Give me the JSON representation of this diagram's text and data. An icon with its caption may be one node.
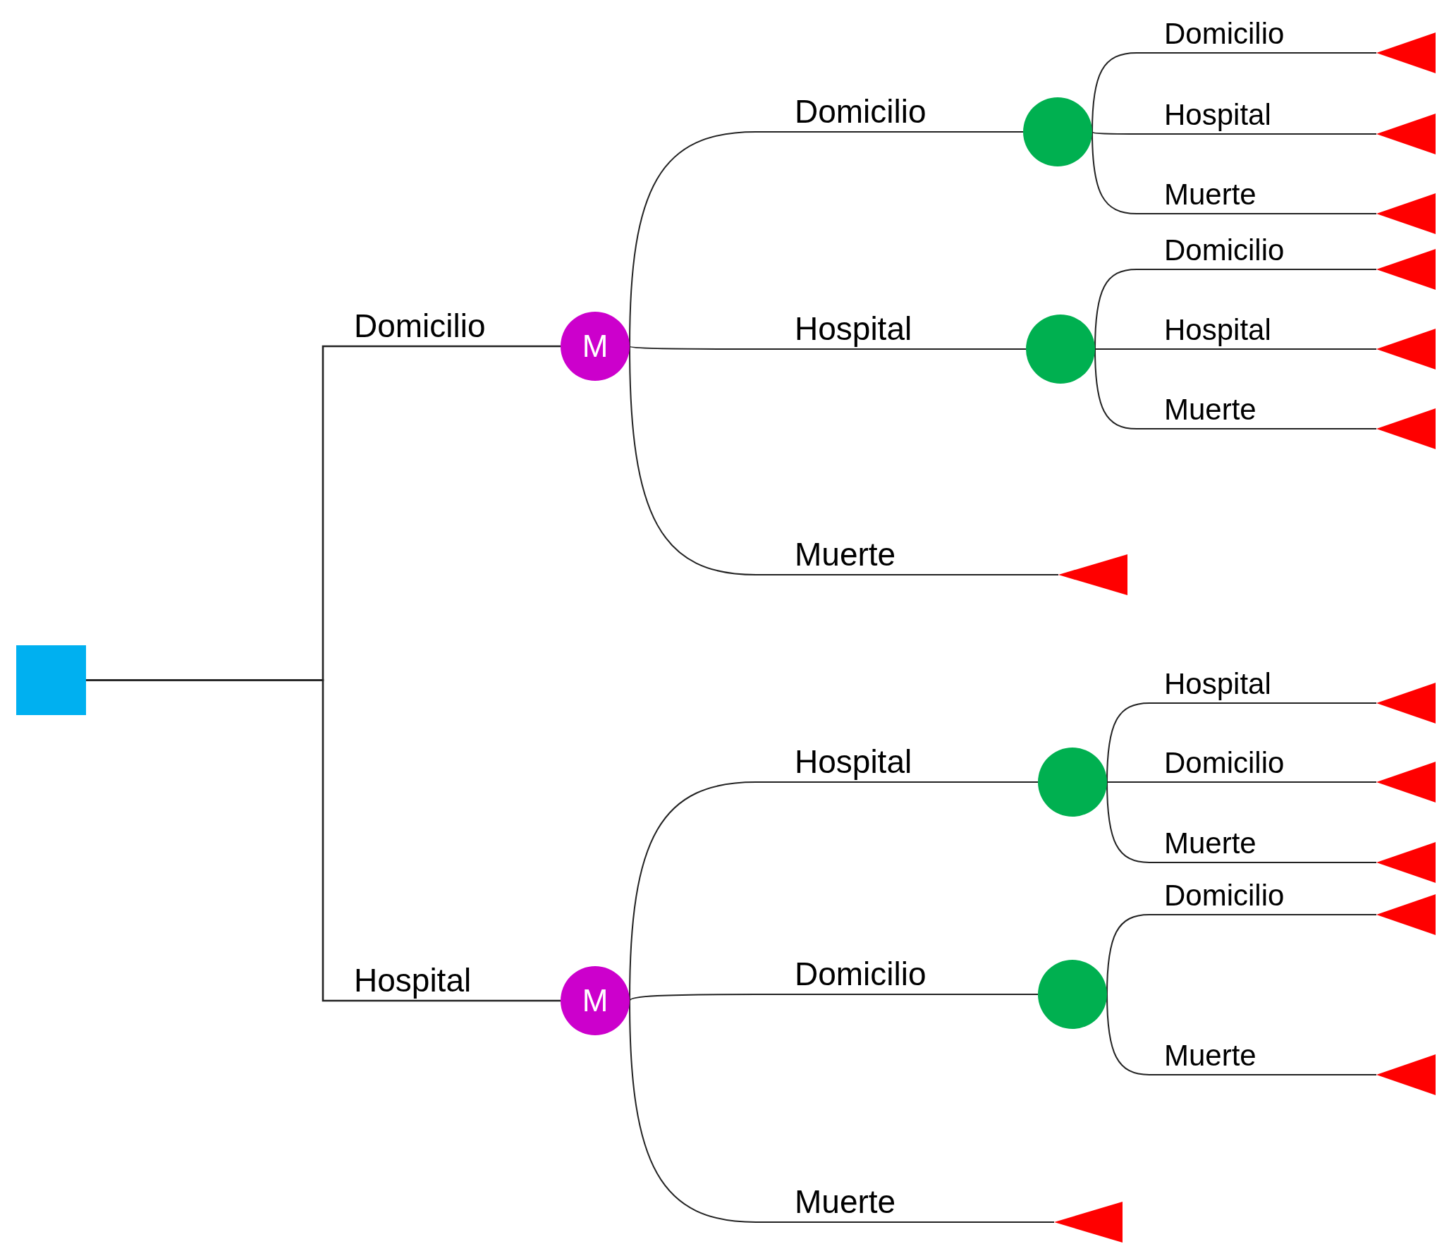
{
  "diagram": {
    "nodes": [
      {
        "text": [],
        "shape": "box"
      },
      {
        "text": [
          "M"
        ]
      },
      {
        "text": [],
        "shape": "circle"
      },
      {
        "text": [],
        "shape": "circle"
      },
      {
        "text": [
          "M"
        ]
      },
      {
        "text": [],
        "shape": "circle"
      },
      {
        "text": [],
        "shape": "circle"
      },
      {
        "text": [],
        "shape": "triangle"
      },
      {
        "text": [],
        "shape": "triangle"
      },
      {
        "text": [],
        "shape": "triangle"
      },
      {
        "text": [],
        "shape": "triangle"
      },
      {
        "text": [],
        "shape": "triangle"
      },
      {
        "text": [],
        "shape": "triangle"
      },
      {
        "text": [],
        "shape": "triangle"
      },
      {
        "text": [],
        "shape": "triangle"
      },
      {
        "text": [],
        "shape": "triangle"
      },
      {
        "text": [],
        "shape": "triangle"
      },
      {
        "text": [],
        "shape": "triangle"
      },
      {
        "text": [],
        "shape": "triangle"
      },
      {
        "text": [],
        "shape": "triangle"
      }
    ],
    "edges": [
      {
        "from": 0,
        "to": 1,
        "arrow": "none",
        "label": "Domicilio"
      },
      {
        "from": 0,
        "to": 4,
        "arrow": "none",
        "label": "Hospital"
      },
      {
        "from": 1,
        "to": 2,
        "arrow": "none",
        "label": "Domicilio"
      },
      {
        "from": 1,
        "to": 3,
        "arrow": "none",
        "label": "Hospital"
      },
      {
        "from": 1,
        "to": 13,
        "arrow": "none",
        "label": "Muerte"
      },
      {
        "from": 2,
        "to": 7,
        "arrow": "none",
        "label": "Domicilio"
      },
      {
        "from": 2,
        "to": 8,
        "arrow": "none",
        "label": "Hospital"
      },
      {
        "from": 2,
        "to": 9,
        "arrow": "none",
        "label": "Muerte"
      },
      {
        "from": 3,
        "to": 10,
        "arrow": "none",
        "label": "Domicilio"
      },
      {
        "from": 3,
        "to": 11,
        "arrow": "none",
        "label": "Hospital"
      },
      {
        "from": 3,
        "to": 12,
        "arrow": "none",
        "label": "Muerte"
      },
      {
        "from": 4,
        "to": 5,
        "arrow": "none",
        "label": "Hospital"
      },
      {
        "from": 4,
        "to": 6,
        "arrow": "none",
        "label": "Domicilio"
      },
      {
        "from": 4,
        "to": 19,
        "arrow": "none",
        "label": "Muerte"
      },
      {
        "from": 5,
        "to": 14,
        "arrow": "none",
        "label": "Hospital"
      },
      {
        "from": 5,
        "to": 15,
        "arrow": "none",
        "label": "Domicilio"
      },
      {
        "from": 5,
        "to": 16,
        "arrow": "none",
        "label": "Muerte"
      },
      {
        "from": 6,
        "to": 17,
        "arrow": "none",
        "label": "Domicilio"
      },
      {
        "from": 6,
        "to": 18,
        "arrow": "none",
        "label": "Muerte"
      }
    ]
  }
}
